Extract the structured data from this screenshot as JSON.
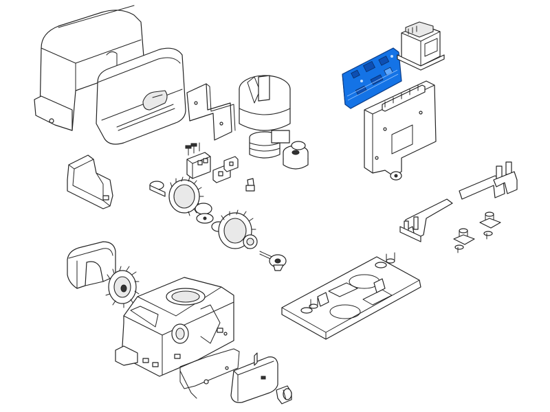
{
  "diagram": {
    "highlight_color": "#1473e6",
    "line_color": "#222222",
    "parts": [
      {
        "id": "cover-outer",
        "icon": "motor-cover-icon"
      },
      {
        "id": "cover-front",
        "icon": "control-box-cover-icon"
      },
      {
        "id": "support-bracket",
        "icon": "bracket-icon"
      },
      {
        "id": "motor",
        "icon": "motor-icon"
      },
      {
        "id": "limit-switch",
        "icon": "limit-switch-icon"
      },
      {
        "id": "terminal-connectors",
        "icon": "connector-icon"
      },
      {
        "id": "capacitor-rings",
        "icon": "ring-icon"
      },
      {
        "id": "control-board",
        "icon": "circuit-board-icon",
        "highlighted": true
      },
      {
        "id": "transformer",
        "icon": "transformer-icon"
      },
      {
        "id": "board-mount-plate",
        "icon": "mounting-plate-icon"
      },
      {
        "id": "side-cover-small",
        "icon": "small-cover-icon"
      },
      {
        "id": "gear-shaft-1",
        "icon": "gear-icon"
      },
      {
        "id": "gear-shaft-2",
        "icon": "gear-icon"
      },
      {
        "id": "release-key",
        "icon": "key-icon"
      },
      {
        "id": "pinion-cover",
        "icon": "pinion-cover-icon"
      },
      {
        "id": "pinion-gear",
        "icon": "pinion-icon"
      },
      {
        "id": "gearbox-housing",
        "icon": "housing-icon"
      },
      {
        "id": "gasket",
        "icon": "gasket-icon"
      },
      {
        "id": "release-cover",
        "icon": "release-cover-icon"
      },
      {
        "id": "release-lock",
        "icon": "lock-icon"
      },
      {
        "id": "limit-brackets",
        "icon": "limit-bracket-icon"
      },
      {
        "id": "bolts",
        "icon": "bolt-icon"
      },
      {
        "id": "base-plate",
        "icon": "foundation-plate-icon"
      }
    ]
  }
}
